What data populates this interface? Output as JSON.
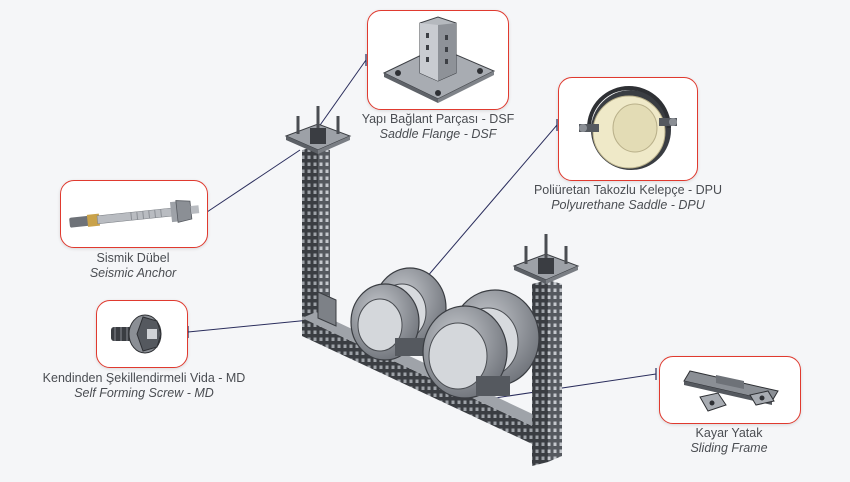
{
  "colors": {
    "accent": "#e03a2f",
    "text": "#4a4d52",
    "steel_dark": "#2f3236",
    "steel_mid": "#6b6f75",
    "steel_light": "#c9ccd1",
    "leader": "#2a2d5c",
    "polyurethane": "#efe9c8"
  },
  "components": [
    {
      "id": "dsf",
      "tr": "Yapı Bağlant Parçası - DSF",
      "en": "Saddle Flange - DSF",
      "icon": "saddle-flange-icon"
    },
    {
      "id": "dpu",
      "tr": "Poliüretan Takozlu Kelepçe - DPU",
      "en": "Polyurethane Saddle - DPU",
      "icon": "polyurethane-saddle-icon"
    },
    {
      "id": "anchor",
      "tr": "Sismik Dübel",
      "en": "Seismic Anchor",
      "icon": "seismic-anchor-icon"
    },
    {
      "id": "md",
      "tr": "Kendinden Şekillendirmeli Vida - MD",
      "en": "Self Forming Screw - MD",
      "icon": "self-forming-screw-icon"
    },
    {
      "id": "frame",
      "tr": "Kayar Yatak",
      "en": "Sliding Frame",
      "icon": "sliding-frame-icon"
    }
  ]
}
